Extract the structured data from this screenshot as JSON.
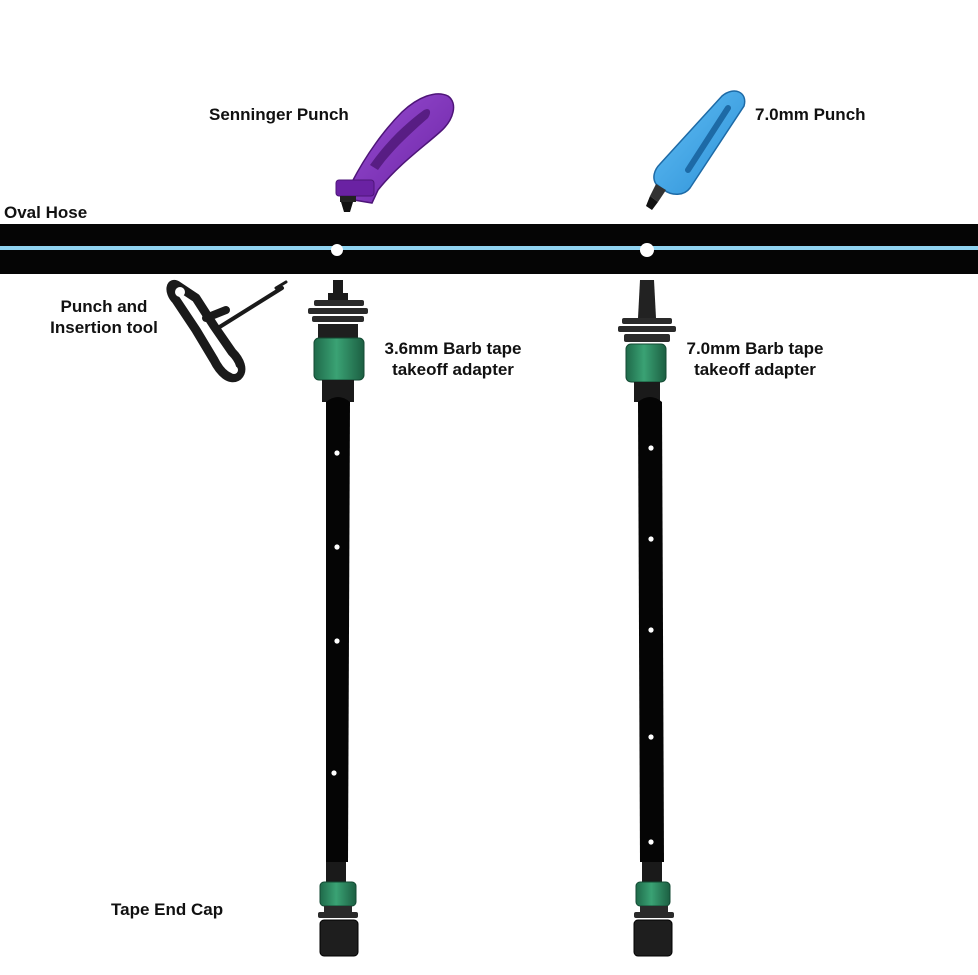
{
  "labels": {
    "senninger_punch": "Senninger Punch",
    "punch_7mm": "7.0mm Punch",
    "oval_hose": "Oval Hose",
    "punch_insertion_line1": "Punch and",
    "punch_insertion_line2": "Insertion tool",
    "adapter_36_line1": "3.6mm Barb tape",
    "adapter_36_line2": "takeoff adapter",
    "adapter_70_line1": "7.0mm Barb tape",
    "adapter_70_line2": "takeoff adapter",
    "tape_end_cap": "Tape End Cap"
  },
  "colors": {
    "hose": "#050505",
    "hose_stripe": "#8fd3f0",
    "senninger_punch": "#7a2fb5",
    "punch_7mm": "#3aa3ea",
    "adapter_nut": "#2e8a63",
    "tape": "#050505",
    "insertion_tool": "#1a1a1a"
  }
}
